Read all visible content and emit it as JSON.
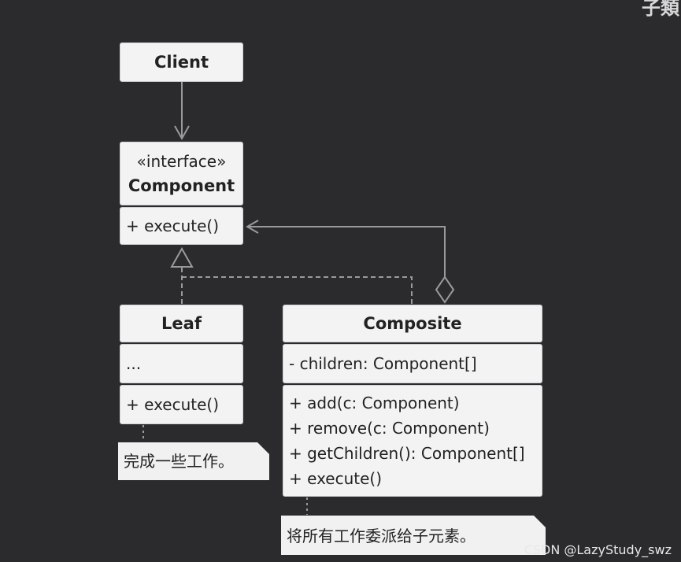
{
  "corner_label": "子類",
  "client": {
    "title": "Client"
  },
  "component": {
    "stereotype": "«interface»",
    "title": "Component",
    "methods": [
      "+ execute()"
    ]
  },
  "leaf": {
    "title": "Leaf",
    "fields": [
      "..."
    ],
    "methods": [
      "+ execute()"
    ],
    "note": "完成一些工作。"
  },
  "composite": {
    "title": "Composite",
    "fields": [
      "- children: Component[]"
    ],
    "methods": [
      "+ add(c: Component)",
      "+ remove(c: Component)",
      "+ getChildren(): Component[]",
      "+ execute()"
    ],
    "note": "将所有工作委派给子元素。"
  },
  "watermark": "CSDN @LazyStudy_swz"
}
